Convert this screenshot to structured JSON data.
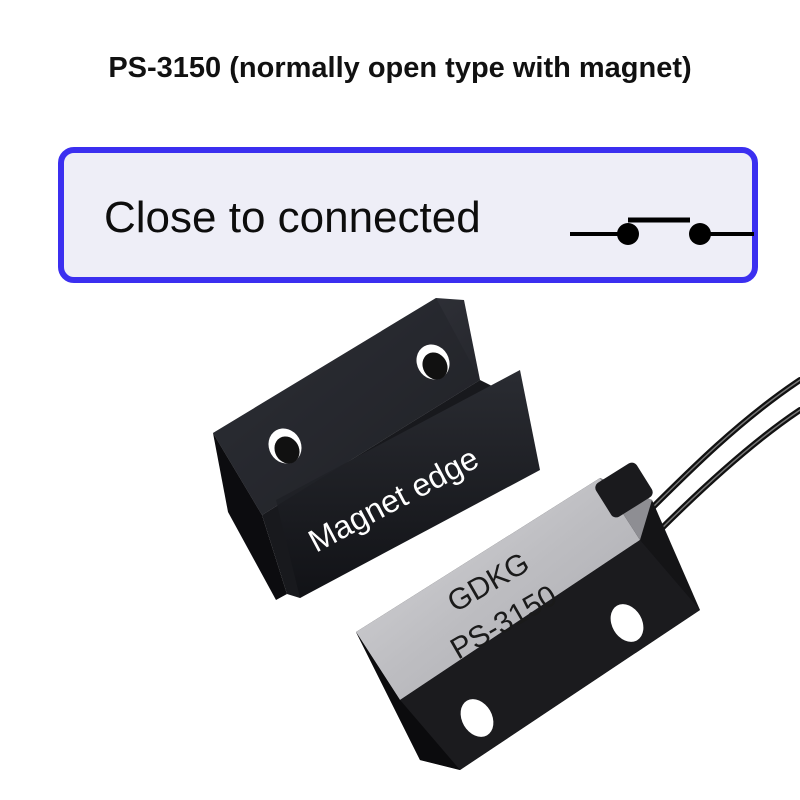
{
  "title": "PS-3150 (normally open type with magnet)",
  "banner": {
    "text": "Close to connected",
    "symbol_icon": "normally-open-switch-symbol",
    "border_color": "#3b2ff0"
  },
  "photo": {
    "magnet_label": "Magnet edge",
    "sensor_brand": "GDKG",
    "sensor_model": "PS-3150"
  }
}
